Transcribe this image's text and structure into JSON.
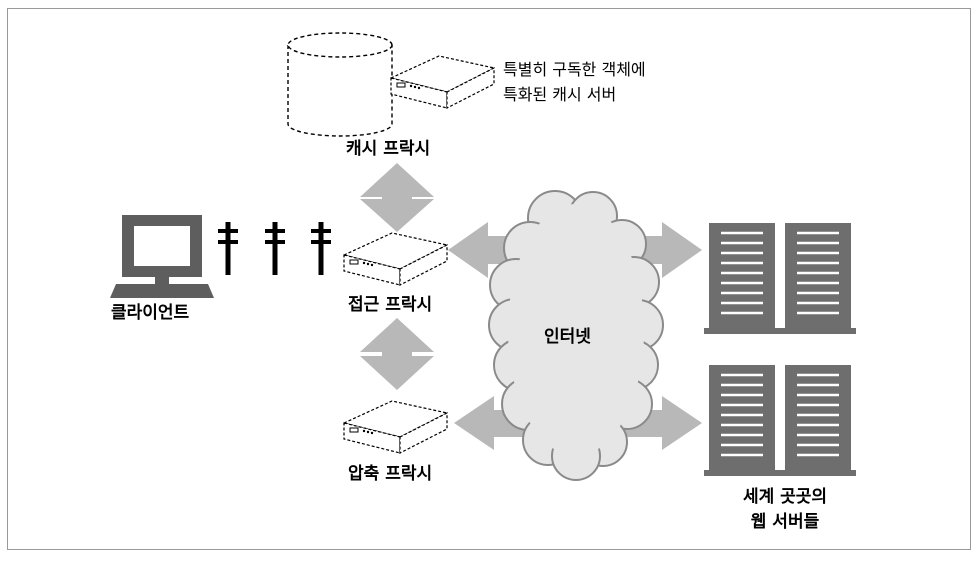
{
  "labels": {
    "cache_note_line1": "특별히 구독한 객체에",
    "cache_note_line2": "특화된 캐시 서버",
    "cache_proxy": "캐시 프락시",
    "client": "클라이언트",
    "access_proxy": "접근 프락시",
    "internet": "인터넷",
    "compression_proxy": "압축 프락시",
    "web_servers_line1": "세계 곳곳의",
    "web_servers_line2": "웹 서버들"
  },
  "colors": {
    "arrow": "#b8b8b8",
    "cloud": "#e9e9e9",
    "server": "#6e6e6e",
    "monitor": "#5e5e5e",
    "frame": "#999999"
  }
}
